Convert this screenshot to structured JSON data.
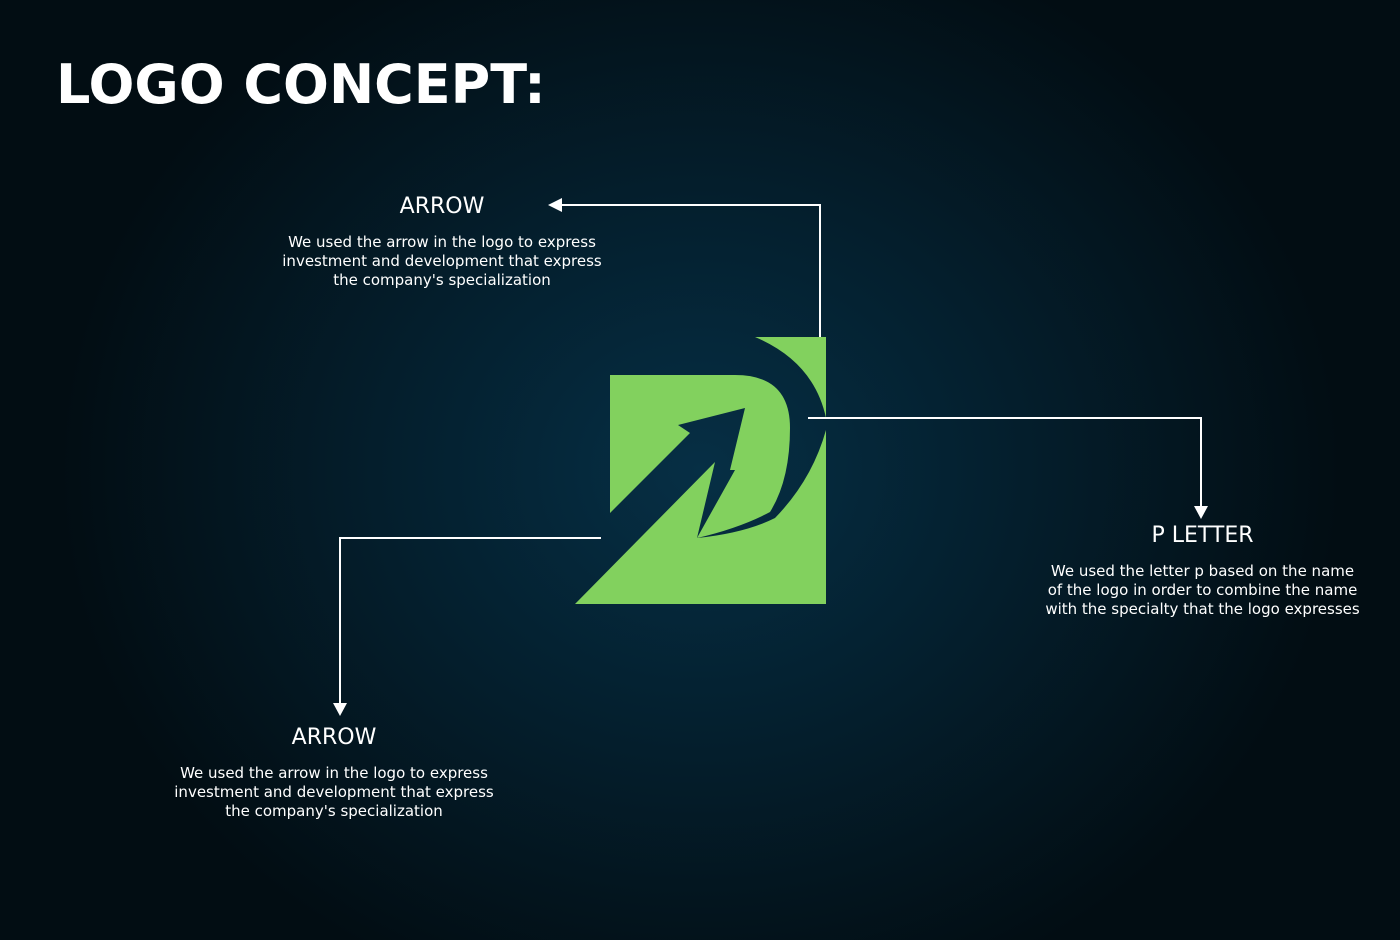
{
  "title": "LOGO CONCEPT:",
  "colors": {
    "logo_green": "#82d15e",
    "background": "#04202f",
    "text": "#ffffff",
    "connector": "#ffffff"
  },
  "callouts": {
    "arrow_top": {
      "title": "ARROW",
      "lines": [
        "We used the arrow in the logo to express",
        "investment and development that express",
        "the company's specialization"
      ]
    },
    "p_letter": {
      "title": "P LETTER",
      "lines": [
        "We used the letter p based on the name",
        "of the logo in order to combine the name",
        "with the specialty that the logo expresses"
      ]
    },
    "arrow_bottom": {
      "title": "ARROW",
      "lines": [
        "We used the arrow in the logo to express",
        "investment and development that express",
        "the company's specialization"
      ]
    }
  }
}
